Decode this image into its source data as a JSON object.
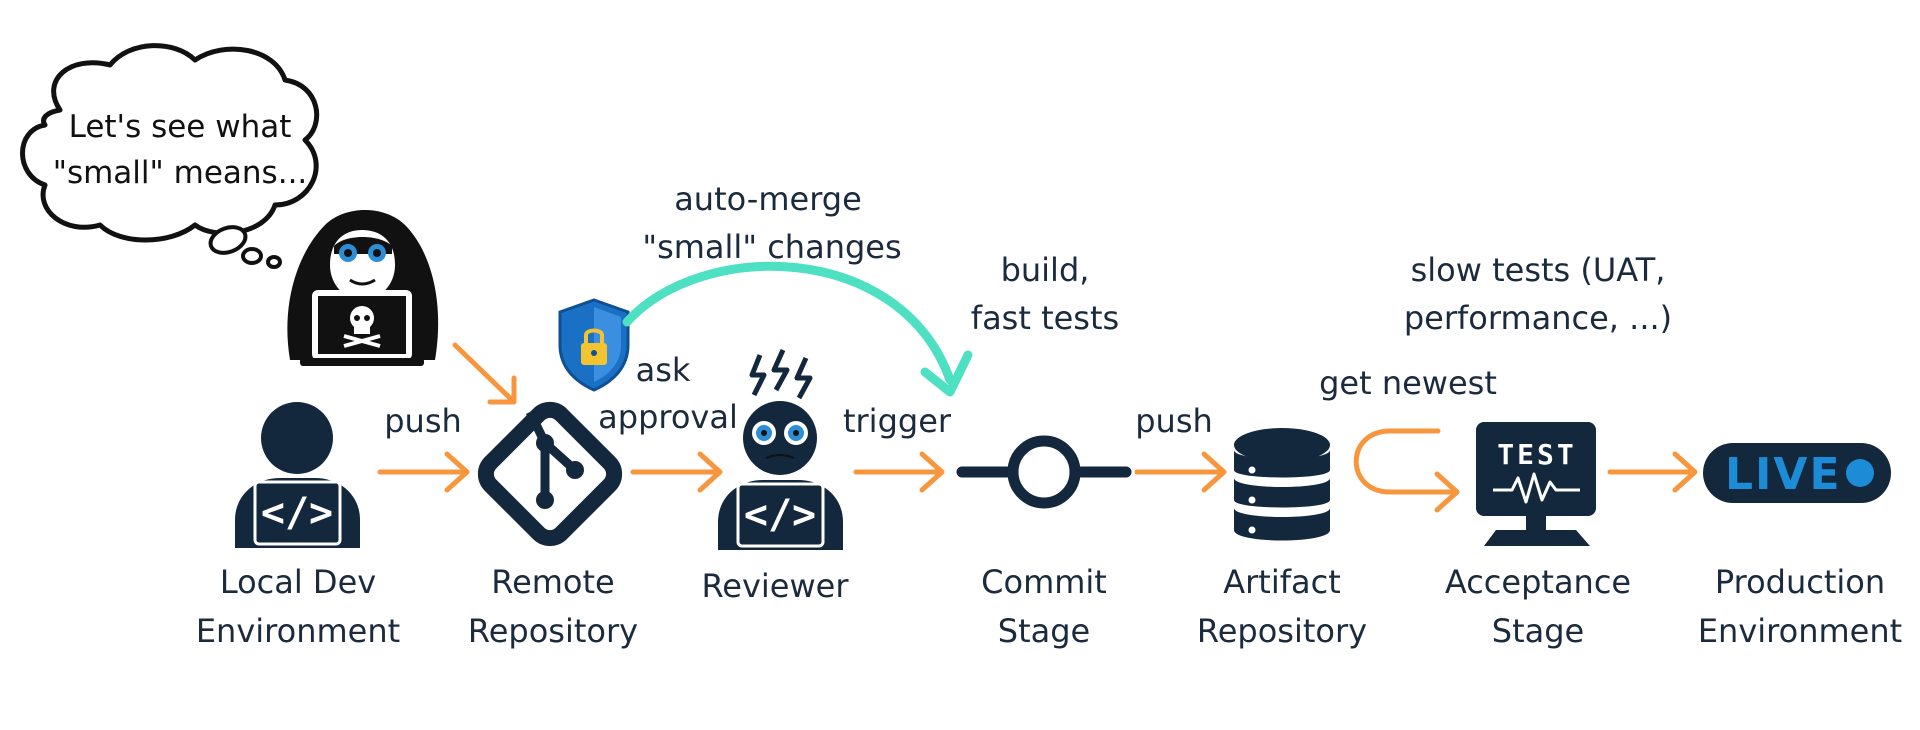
{
  "thought_bubble": {
    "line1": "Let's see what",
    "line2": "\"small\" means..."
  },
  "nodes": {
    "local_dev": {
      "line1": "Local Dev",
      "line2": "Environment"
    },
    "remote_repo": {
      "line1": "Remote",
      "line2": "Repository"
    },
    "reviewer": {
      "line1": "Reviewer"
    },
    "commit_stage": {
      "line1": "Commit",
      "line2": "Stage"
    },
    "artifact_repo": {
      "line1": "Artifact",
      "line2": "Repository"
    },
    "acceptance_stage": {
      "line1": "Acceptance",
      "line2": "Stage"
    },
    "production": {
      "line1": "Production",
      "line2": "Environment"
    }
  },
  "edges": {
    "push1": "push",
    "ask_approval": {
      "line1": "ask",
      "line2": "approval"
    },
    "trigger": "trigger",
    "push2": "push",
    "get_newest": "get newest",
    "auto_merge": {
      "line1": "auto-merge",
      "line2": "\"small\" changes"
    }
  },
  "annotations": {
    "commit_stage": {
      "line1": "build,",
      "line2": "fast tests"
    },
    "acceptance_stage": {
      "line1": "slow tests (UAT,",
      "line2": "performance, ...)"
    }
  },
  "icons": {
    "code": "</>",
    "test_monitor": "TEST",
    "live_badge": "LIVE"
  },
  "colors": {
    "flow_arrow": "#f7963d",
    "auto_merge_arrow": "#4de0c2",
    "icon_dark": "#13273d",
    "live_text": "#1c8cd6",
    "eye_blue": "#2c8fd6"
  }
}
